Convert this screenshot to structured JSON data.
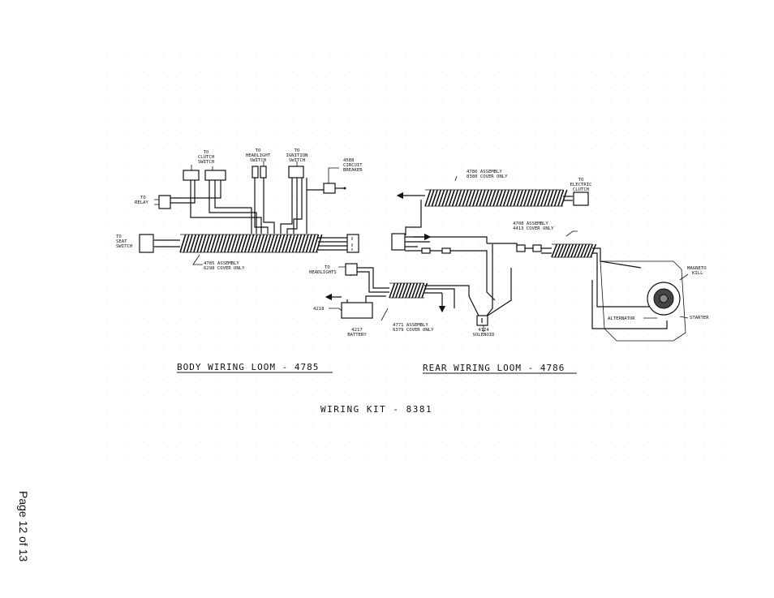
{
  "page_label": "Page 12 of 13",
  "titles": {
    "body_loom": "BODY WIRING LOOM - 4785",
    "rear_loom": "REAR WIRING LOOM - 4786",
    "kit": "WIRING KIT - 8381"
  },
  "labels": {
    "to_clutch_switch": [
      "TO",
      "CLUTCH",
      "SWITCH"
    ],
    "to_headlight_switch": [
      "TO",
      "HEADLIGHT",
      "SWITCH"
    ],
    "to_ignition_switch": [
      "TO",
      "IGNITION",
      "SWITCH"
    ],
    "circuit_breaker": [
      "4588",
      "CIRCUIT",
      "BREAKER"
    ],
    "to_relay": [
      "TO",
      "RELAY"
    ],
    "to_seat_switch": [
      "TO",
      "SEAT",
      "SWITCH"
    ],
    "assembly_4785": [
      "4785 ASSEMBLY",
      "6298 COVER ONLY"
    ],
    "to_headlights": [
      "TO",
      "HEADLIGHTS"
    ],
    "part_4218": "4218",
    "battery": [
      "4217",
      "BATTERY"
    ],
    "assembly_4771": [
      "4771 ASSEMBLY",
      "6379 COVER ONLY"
    ],
    "solenoid": [
      "4124",
      "SOLENOID"
    ],
    "assembly_4786": [
      "4786 ASSEMBLY",
      "8380 COVER ONLY"
    ],
    "to_electric_clutch": [
      "TO",
      "ELECTRIC",
      "CLUTCH"
    ],
    "assembly_4708": [
      "4708 ASSEMBLY",
      "4413 COVER ONLY"
    ],
    "magneto_kill": [
      "MAGNETO",
      "KILL"
    ],
    "alternator": "ALTERNATOR",
    "starter": "STARTER"
  }
}
